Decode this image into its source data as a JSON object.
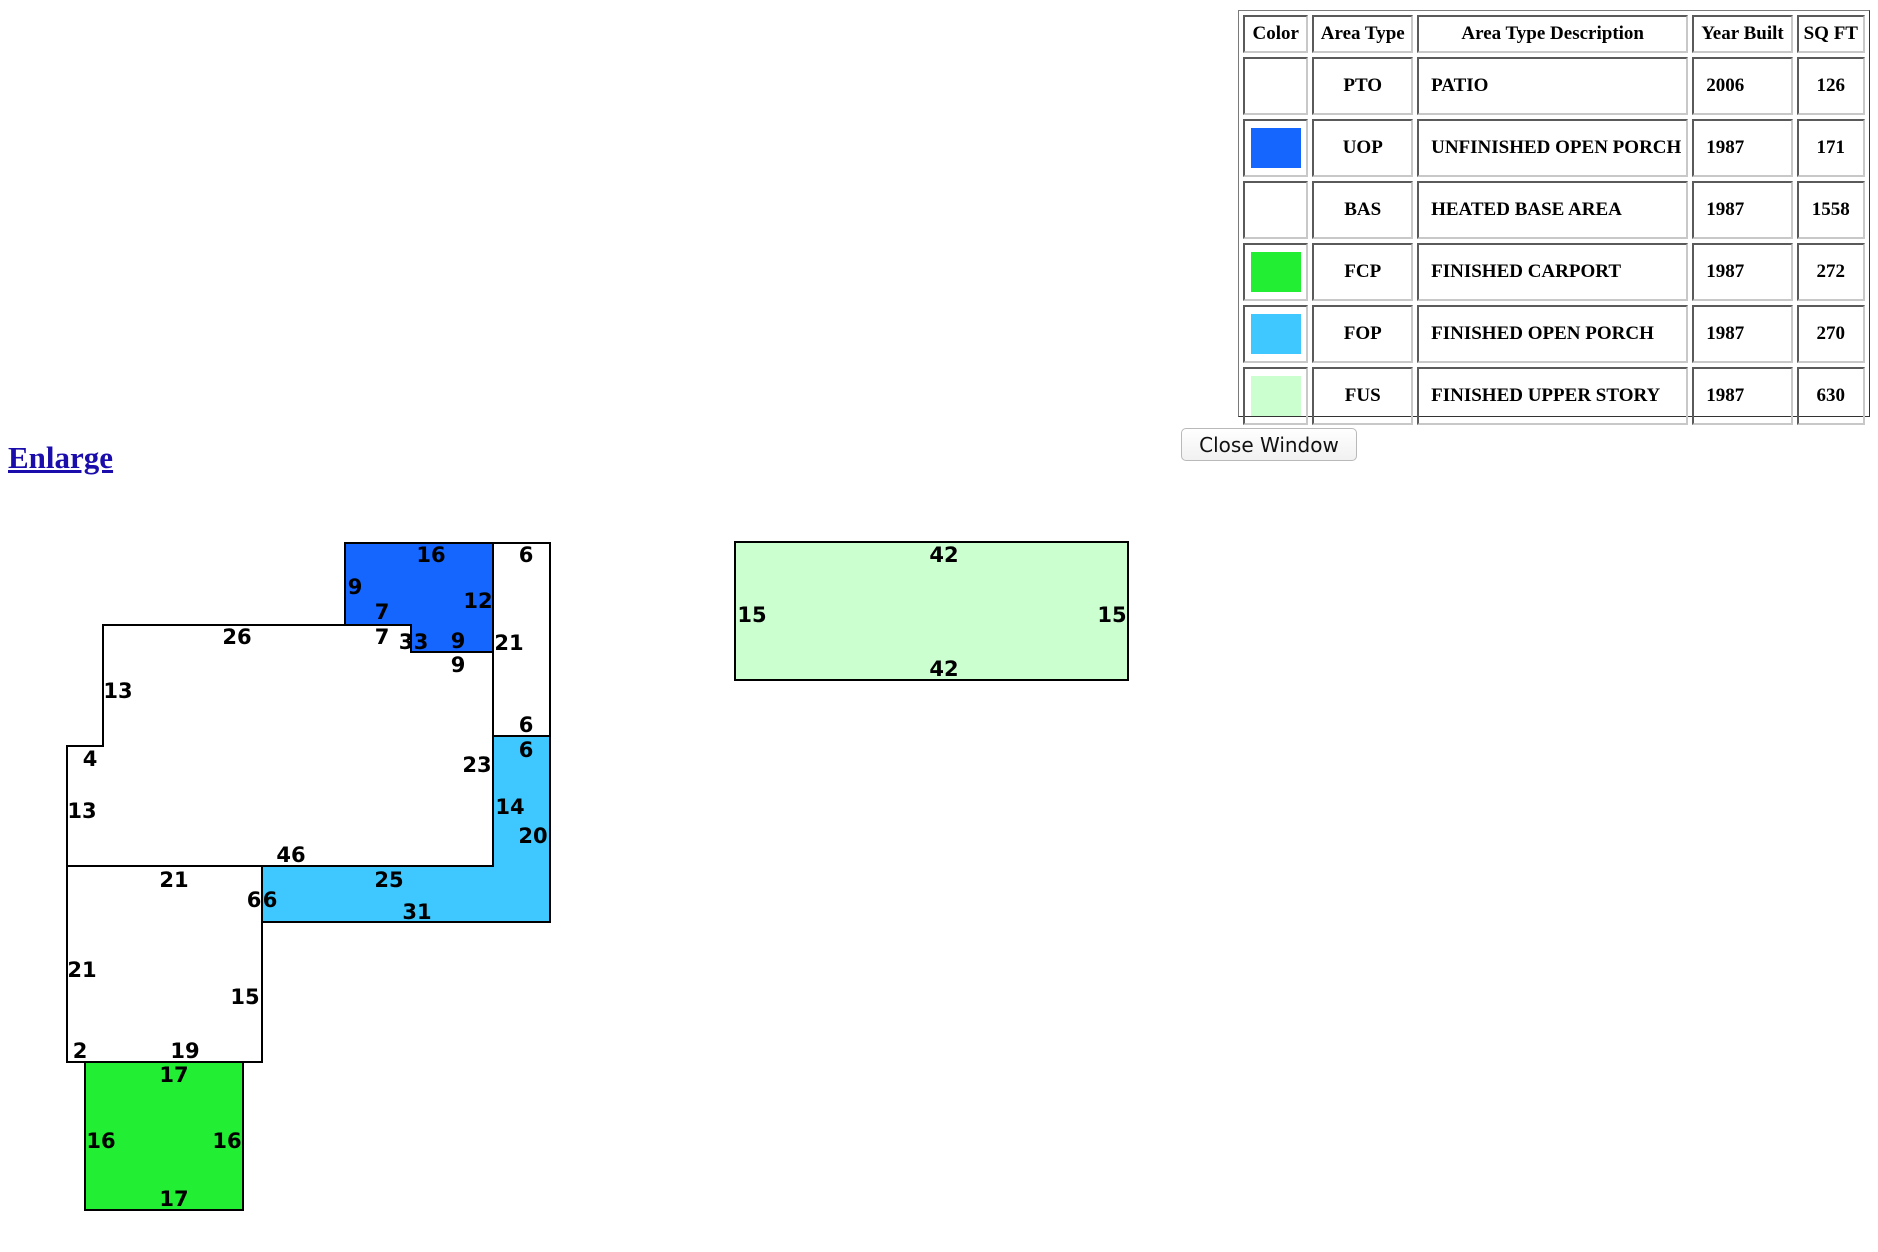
{
  "legend": {
    "headers": [
      "Color",
      "Area Type",
      "Area Type Description",
      "Year Built",
      "SQ FT"
    ],
    "rows": [
      {
        "color": "",
        "code": "PTO",
        "description": "PATIO",
        "year": "2006",
        "sqft": "126"
      },
      {
        "color": "#1466ff",
        "code": "UOP",
        "description": "UNFINISHED OPEN PORCH",
        "year": "1987",
        "sqft": "171"
      },
      {
        "color": "",
        "code": "BAS",
        "description": "HEATED BASE AREA",
        "year": "1987",
        "sqft": "1558"
      },
      {
        "color": "#22ee33",
        "code": "FCP",
        "description": "FINISHED CARPORT",
        "year": "1987",
        "sqft": "272"
      },
      {
        "color": "#3ec8ff",
        "code": "FOP",
        "description": "FINISHED OPEN PORCH",
        "year": "1987",
        "sqft": "270"
      },
      {
        "color": "#ccffd0",
        "code": "FUS",
        "description": "FINISHED UPPER STORY",
        "year": "1987",
        "sqft": "630"
      }
    ]
  },
  "close_button": "Close Window",
  "enlarge_link": "Enlarge",
  "sketch": {
    "colors": {
      "uop": "#1466ff",
      "fop": "#3ec8ff",
      "fcp": "#22ee33",
      "fus": "#ccffd0",
      "bas": "#ffffff",
      "line": "#000000"
    },
    "labels": {
      "uop_top": "16",
      "uop_left": "9",
      "uop_right": "12",
      "uop_step_a": "7",
      "uop_step_b": "7",
      "uop_bottom_a": "3",
      "uop_bottom_b": "3",
      "uop_bottom_c": "9",
      "pto_top": "6",
      "pto_left": "21",
      "pto_bottom": "6",
      "bas_top": "26",
      "bas_left_upper": "13",
      "bas_step": "4",
      "bas_left_lower": "13",
      "bas_inner": "9",
      "bas_right": "23",
      "bas_bottom": "46",
      "fop_top": "6",
      "fop_left": "14",
      "fop_right": "20",
      "fop_inner": "25",
      "fop_step_a": "6",
      "fop_step_b": "6",
      "fop_bottom": "31",
      "wing_top": "21",
      "wing_left": "21",
      "wing_right": "15",
      "wing_bottom": "19",
      "wing_corner": "2",
      "fcp_top": "17",
      "fcp_left": "16",
      "fcp_right": "16",
      "fcp_bottom": "17",
      "fus_top": "42",
      "fus_left": "15",
      "fus_right": "15",
      "fus_bottom": "42"
    }
  }
}
